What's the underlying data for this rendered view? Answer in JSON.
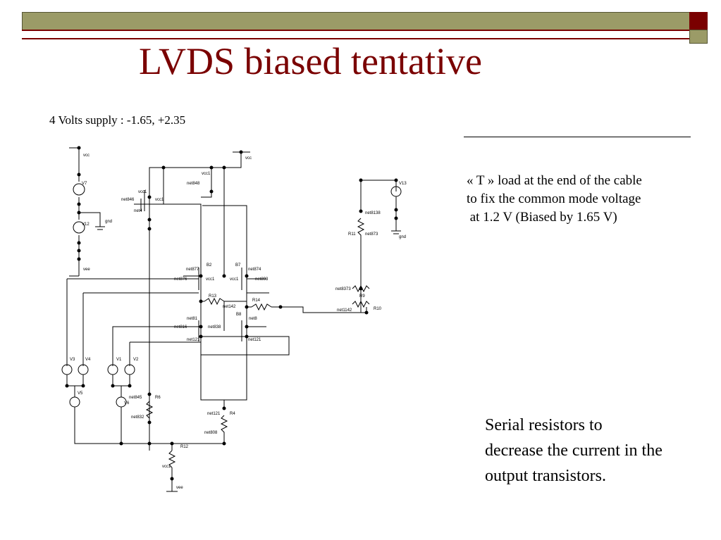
{
  "slide": {
    "title": "LVDS  biased tentative",
    "supply_text": "4 Volts supply : -1.65, +2.35",
    "load_note": "« T » load at the end of the cable\nto fix the common mode voltage\n at 1.2 V (Biased by 1.65 V)",
    "resistor_note": "Serial resistors to\ndecrease the current in the\noutput transistors."
  },
  "schematic": {
    "labels": {
      "vcc_top_left": "vcc",
      "v7": "V7",
      "v12": "V12",
      "gnd_left": "gnd",
      "vee_left": "vee",
      "vcc_top": "vcc",
      "net848": "net848",
      "vcc1_a": "vcc1",
      "vcc1_b": "vcc1",
      "net846": "net846",
      "net4": "net4",
      "vcc1_c": "vcc1",
      "net877": "net877",
      "b2": "B2",
      "b7": "B7",
      "net874": "net874",
      "net876": "net876",
      "vcc1_d": "vcc1",
      "vcc1_e": "vcc1",
      "net893": "net893",
      "r13": "R13",
      "r14": "R14",
      "net142": "net142",
      "b8": "B8",
      "net81": "net81",
      "net8": "net8",
      "net838": "net838",
      "net816": "net816",
      "net121_a": "net121",
      "net121_b": "net121",
      "v3": "V3",
      "v4": "V4",
      "v1": "V1",
      "v2": "V2",
      "v5": "V5",
      "v6": "V6",
      "net845": "net845",
      "r6": "R6",
      "net832": "net832",
      "net121_c": "net121",
      "r4": "R4",
      "net808": "net808",
      "r12": "R12",
      "vcc2": "vcc1",
      "vee_bottom": "vee",
      "v13": "V13",
      "net8138": "net8138",
      "r11": "R11",
      "net873": "net873",
      "gnd_right": "gnd",
      "net8373": "net8373",
      "r9": "R9",
      "r10": "R10",
      "net1142": "net1142"
    }
  }
}
